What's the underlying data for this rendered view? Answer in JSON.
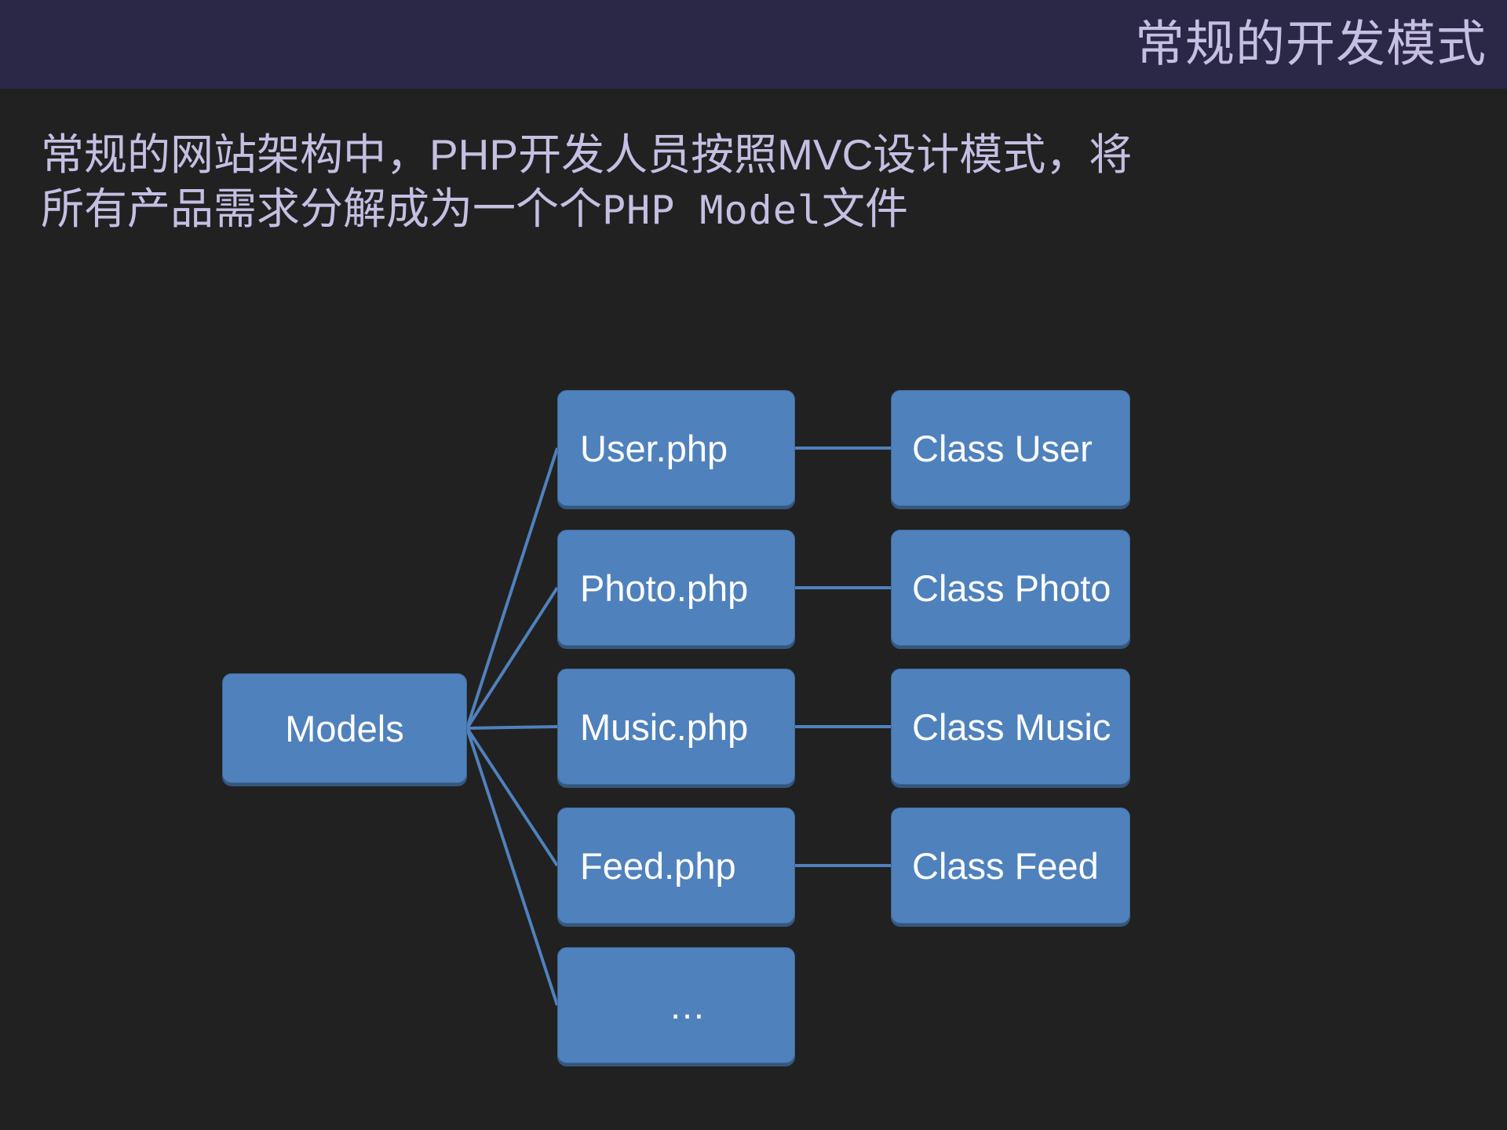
{
  "slide": {
    "background_color": "#212121",
    "header": {
      "background_color": "#2a2747",
      "title": "常规的开发模式",
      "title_color": "#c5bfe3"
    },
    "body": {
      "text_color": "#c5bfe3",
      "line1": "常规的网站架构中，PHP开发人员按照MVC设计模式，将",
      "line2_a": "所有产品需求分解成为一个个",
      "line2_mono": "PHP  Model",
      "line2_b": "文件"
    }
  },
  "diagram": {
    "node_fill": "#4f81bd",
    "node_border": "#3f6895",
    "node_text_color": "#ffffff",
    "connector_color": "#4f81bd",
    "root": {
      "label": "Models"
    },
    "files": [
      {
        "label": "User.php"
      },
      {
        "label": "Photo.php"
      },
      {
        "label": "Music.php"
      },
      {
        "label": "Feed.php"
      },
      {
        "label": "…"
      }
    ],
    "classes": [
      {
        "label": "Class User"
      },
      {
        "label": "Class Photo"
      },
      {
        "label": "Class Music"
      },
      {
        "label": "Class Feed"
      }
    ]
  }
}
